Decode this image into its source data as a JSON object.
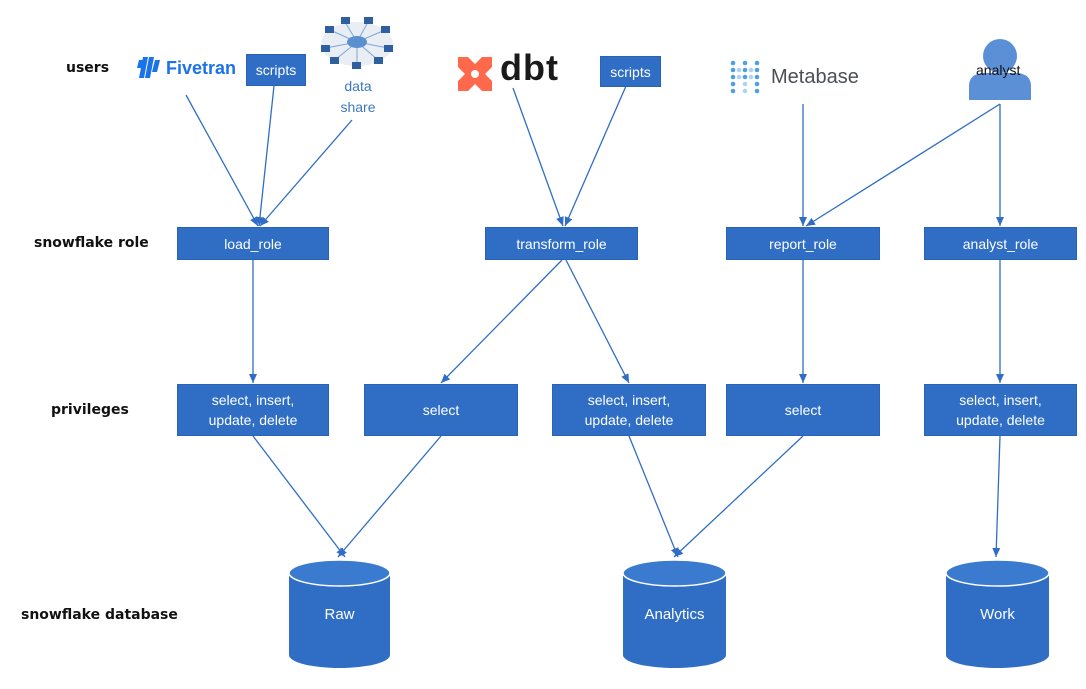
{
  "row_labels": {
    "users": "users",
    "role": "snowflake role",
    "privileges": "privileges",
    "database": "snowflake database"
  },
  "users": {
    "fivetran": "Fivetran",
    "scripts_1": "scripts",
    "data_share_line1": "data",
    "data_share_line2": "share",
    "dbt": "dbt",
    "scripts_2": "scripts",
    "metabase": "Metabase",
    "analyst": "analyst"
  },
  "roles": {
    "load": "load_role",
    "transform": "transform_role",
    "report": "report_role",
    "analyst": "analyst_role"
  },
  "privileges": {
    "load_line1": "select, insert,",
    "load_line2": "update, delete",
    "transform_select": "select",
    "transform_line1": "select, insert,",
    "transform_line2": "update, delete",
    "report_select": "select",
    "analyst_line1": "select, insert,",
    "analyst_line2": "update, delete"
  },
  "databases": {
    "raw": "Raw",
    "analytics": "Analytics",
    "work": "Work"
  },
  "colors": {
    "box_fill": "#2f6ec4",
    "arrow": "#2f6ec4",
    "fivetran_blue": "#1a73e8",
    "dbt_orange": "#ff694b",
    "metabase_dot": "#509ee3",
    "analyst_icon": "#5b8fd6"
  }
}
